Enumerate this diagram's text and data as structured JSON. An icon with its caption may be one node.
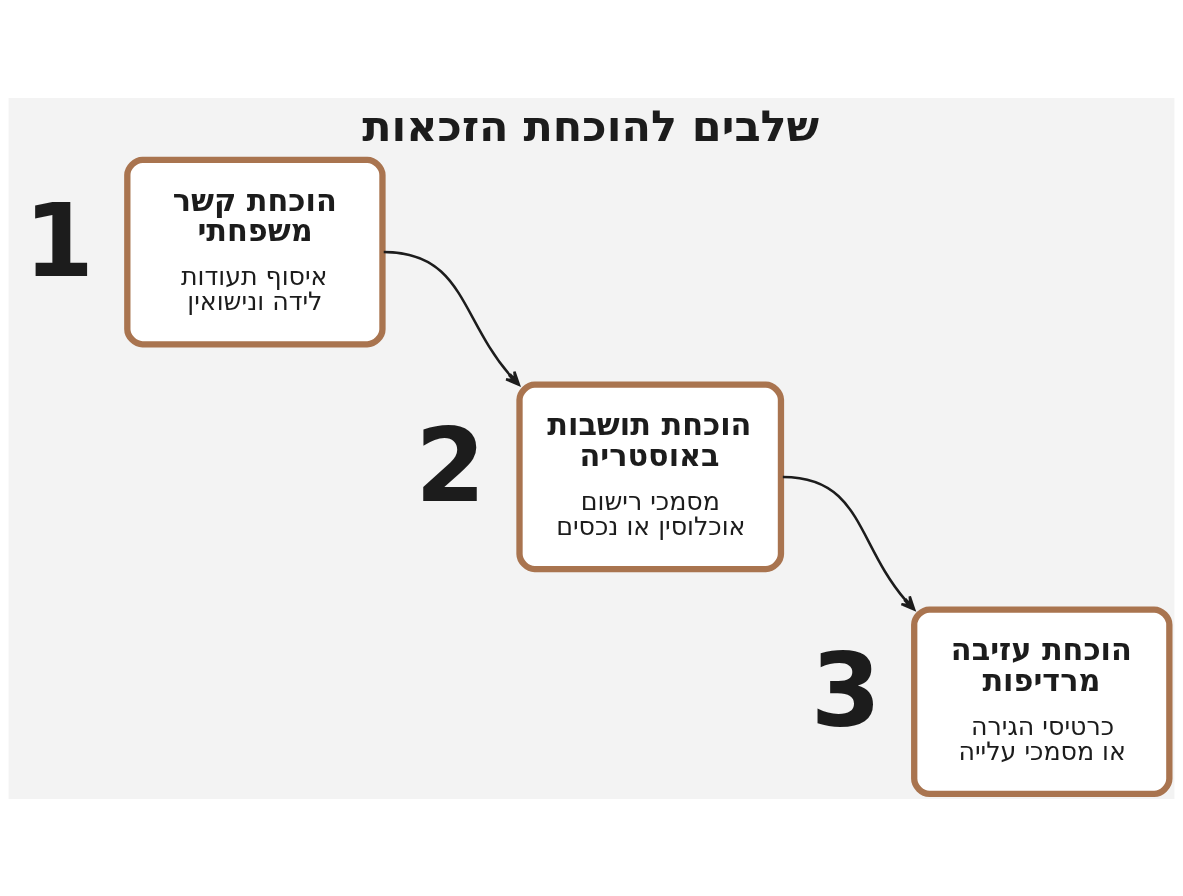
{
  "diagram": {
    "title": "שלבים להוכחת הזכאות",
    "nodes": [
      {
        "text": [
          "הוכחת קשר משפחתי",
          "איסוף תעודות לידה ונישואין"
        ],
        "beside": [
          "1"
        ]
      },
      {
        "text": [
          "הוכחת תושבות באוסטריה",
          "מסמכי רישום אוכלוסין או נכסים"
        ],
        "beside": [
          "2"
        ]
      },
      {
        "text": [
          "הוכחת עזיבה מרדיפות",
          "כרטיסי הגירה או מסמכי עלייה"
        ],
        "beside": [
          "3"
        ]
      }
    ],
    "edges": [
      {
        "from": 0,
        "to": 1,
        "arrow": "to"
      },
      {
        "from": 1,
        "to": 2,
        "arrow": "to"
      }
    ]
  }
}
